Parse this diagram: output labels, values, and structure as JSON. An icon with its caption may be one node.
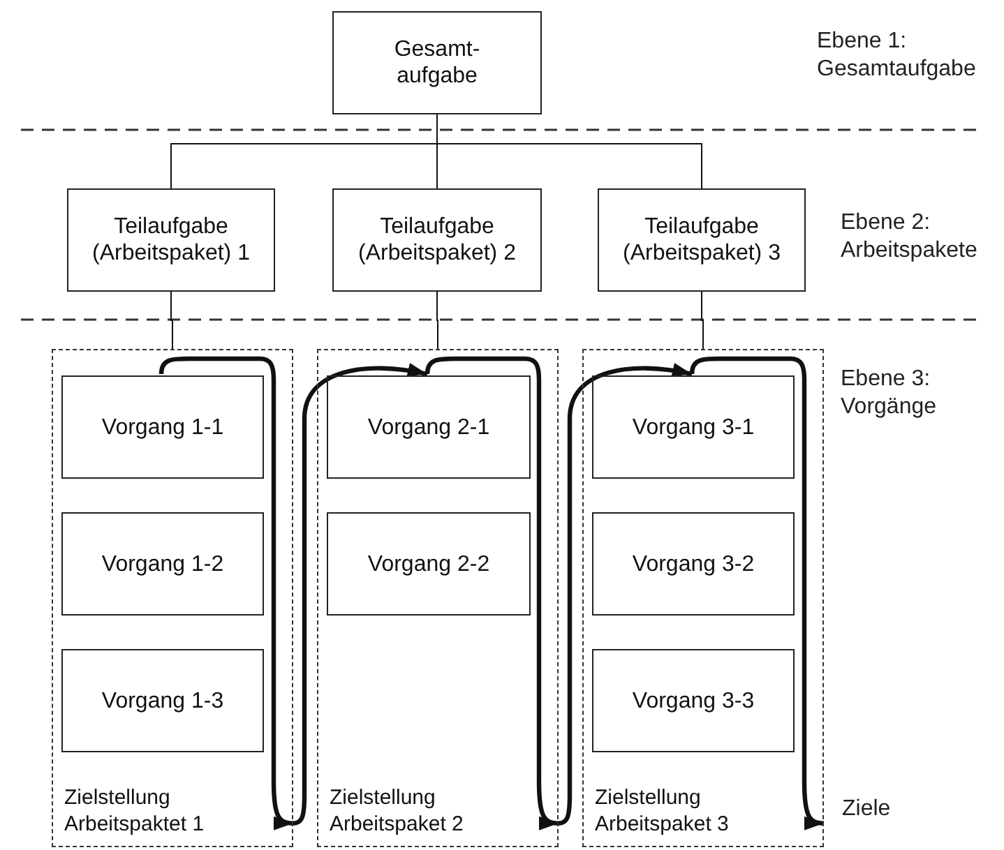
{
  "diagram": {
    "nodes": [
      {
        "text": [
          "Gesamt- aufgabe"
        ]
      },
      {
        "text": [
          "Teilaufgabe (Arbeitspaket) 1"
        ]
      },
      {
        "text": [
          "Teilaufgabe (Arbeitspaket) 2"
        ]
      },
      {
        "text": [
          "Teilaufgabe (Arbeitspaket) 3"
        ]
      },
      {
        "text": [
          "Zielstellung Arbeitspaktet 1"
        ]
      },
      {
        "text": [
          "Vorgang 1-1"
        ],
        "in": 4
      },
      {
        "text": [
          "Vorgang 1-2"
        ],
        "in": 4
      },
      {
        "text": [
          "Vorgang 1-3"
        ],
        "in": 4
      },
      {
        "text": [
          "Zielstellung Arbeitspaket 2"
        ]
      },
      {
        "text": [
          "Vorgang 2-1"
        ],
        "in": 8
      },
      {
        "text": [
          "Vorgang 2-2"
        ],
        "in": 8
      },
      {
        "text": [
          "Zielstellung Arbeitspaket 3"
        ]
      },
      {
        "text": [
          "Vorgang 3-1"
        ],
        "in": 11
      },
      {
        "text": [
          "Vorgang 3-2"
        ],
        "in": 11
      },
      {
        "text": [
          "Vorgang 3-3"
        ],
        "in": 11
      }
    ],
    "edges": [
      {
        "from": 0,
        "to": 1,
        "arrow": "none"
      },
      {
        "from": 0,
        "to": 2,
        "arrow": "none"
      },
      {
        "from": 0,
        "to": 3,
        "arrow": "none"
      },
      {
        "from": 1,
        "to": 4,
        "arrow": "none"
      },
      {
        "from": 2,
        "to": 8,
        "arrow": "none"
      },
      {
        "from": 3,
        "to": 11,
        "arrow": "none"
      },
      {
        "from": 5,
        "to": 4,
        "arrow": "to",
        "style": "thick"
      },
      {
        "from": 4,
        "to": 9,
        "arrow": "to",
        "style": "thick"
      },
      {
        "from": 9,
        "to": 8,
        "arrow": "to",
        "style": "thick"
      },
      {
        "from": 8,
        "to": 12,
        "arrow": "to",
        "style": "thick"
      },
      {
        "from": 12,
        "to": 11,
        "arrow": "to",
        "style": "thick"
      }
    ],
    "labels": [
      "Ebene 1: Gesamtaufgabe",
      "Ebene 2: Arbeitspakete",
      "Ebene 3: Vorgänge",
      "Ziele"
    ]
  }
}
